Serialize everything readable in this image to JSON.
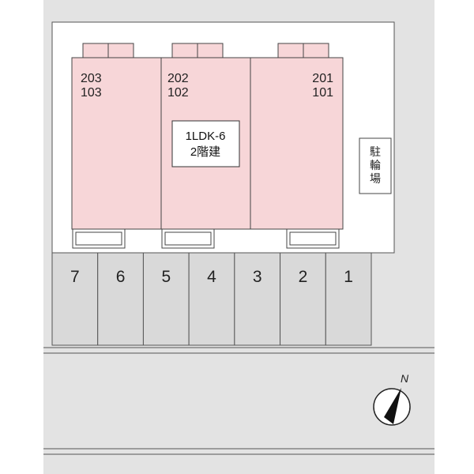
{
  "site": {
    "colors": {
      "background": "#e3e3e3",
      "building": "#f7d6d8",
      "parking": "#d9d9d9",
      "line": "#444444"
    }
  },
  "units": [
    {
      "upper": "203",
      "lower": "103"
    },
    {
      "upper": "202",
      "lower": "102"
    },
    {
      "upper": "201",
      "lower": "101"
    }
  ],
  "info_box": {
    "line1": "1LDK-6",
    "line2": "2階建"
  },
  "bike_parking": {
    "chars": [
      "駐",
      "輪",
      "場"
    ]
  },
  "parking_spaces": [
    "7",
    "6",
    "5",
    "4",
    "3",
    "2",
    "1"
  ],
  "compass": {
    "label": "N",
    "icon": "north-arrow-icon"
  }
}
